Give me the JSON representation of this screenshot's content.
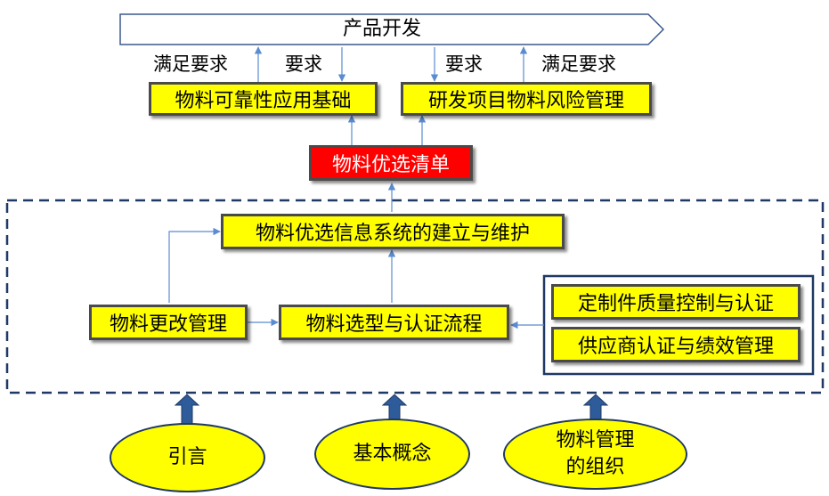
{
  "top_banner": {
    "text": "产品开发"
  },
  "flow_labels": {
    "left_up": "满足要求",
    "left_down": "要求",
    "right_down": "要求",
    "right_up": "满足要求"
  },
  "top_boxes": {
    "left": "物料可靠性应用基础",
    "right": "研发项目物料风险管理"
  },
  "red_box": "物料优选清单",
  "info_system": "物料优选信息系统的建立与维护",
  "change_mgmt": "物料更改管理",
  "selection_flow": "物料选型与认证流程",
  "right_group": {
    "item1": "定制件质量控制与认证",
    "item2": "供应商认证与绩效管理"
  },
  "ovals": {
    "intro": "引言",
    "concepts": "基本概念",
    "org_line1": "物料管理",
    "org_line2": "的组织"
  },
  "colors": {
    "box_fill": "#ffff00",
    "red_box_fill": "#ff0000",
    "arrow_line": "#5b8bd0",
    "dashed_border": "#1f3864",
    "block_arrow": "#2e5b9a"
  }
}
